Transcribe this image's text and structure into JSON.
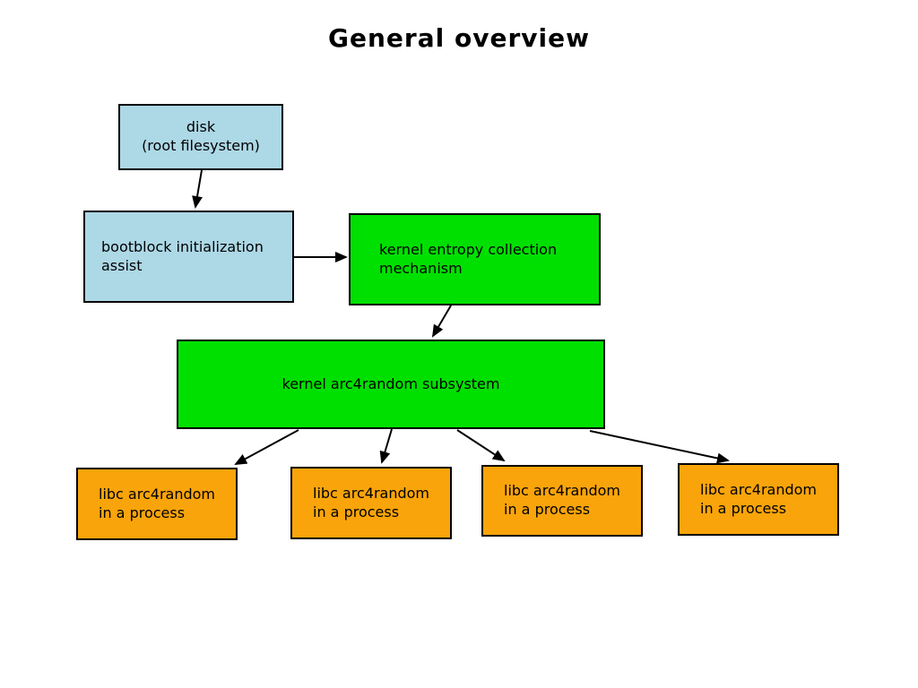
{
  "title": "General overview",
  "colors": {
    "node_blue": "#add8e6",
    "node_green": "#00e000",
    "node_orange": "#f9a40a",
    "border": "#000000",
    "arrow": "#000000",
    "text": "#000000",
    "background": "#ffffff"
  },
  "nodes": {
    "disk": {
      "label": "disk\n(root filesystem)"
    },
    "bootblock": {
      "label": "bootblock initialization\nassist"
    },
    "entropy": {
      "label": "kernel entropy collection\nmechanism"
    },
    "arc4random": {
      "label": "kernel arc4random subsystem"
    },
    "libc": [
      {
        "label": "libc arc4random\nin a process"
      },
      {
        "label": "libc arc4random\nin a process"
      },
      {
        "label": "libc arc4random\nin a process"
      },
      {
        "label": "libc arc4random\nin a process"
      }
    ]
  },
  "edges": [
    {
      "from": "disk",
      "to": "bootblock-initialization-assist"
    },
    {
      "from": "bootblock-initialization-assist",
      "to": "kernel-entropy-collection-mechanism"
    },
    {
      "from": "kernel-entropy-collection-mechanism",
      "to": "kernel-arc4random-subsystem"
    },
    {
      "from": "kernel-arc4random-subsystem",
      "to": "libc-arc4random-process-1"
    },
    {
      "from": "kernel-arc4random-subsystem",
      "to": "libc-arc4random-process-2"
    },
    {
      "from": "kernel-arc4random-subsystem",
      "to": "libc-arc4random-process-3"
    },
    {
      "from": "kernel-arc4random-subsystem",
      "to": "libc-arc4random-process-4"
    }
  ]
}
